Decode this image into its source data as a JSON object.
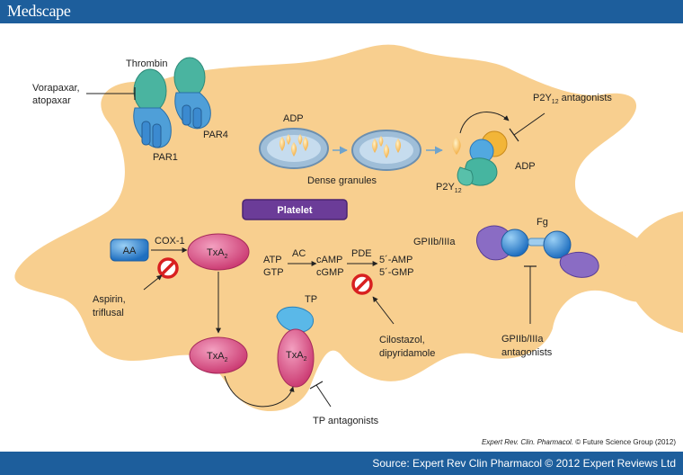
{
  "brand": {
    "logo": "Medscape"
  },
  "footer": {
    "source": "Source: Expert Rev Clin Pharmacol © 2012 Expert Reviews Ltd"
  },
  "credit": {
    "journal": "Expert Rev. Clin. Pharmacol.",
    "rest": " © Future Science Group (2012)"
  },
  "labels": {
    "thrombin": "Thrombin",
    "vorapaxar_1": "Vorapaxar,",
    "vorapaxar_2": "atopaxar",
    "par1": "PAR1",
    "par4": "PAR4",
    "adp_top": "ADP",
    "dense_granules": "Dense granules",
    "p2y12_antagonists_pre": "P2Y",
    "p2y12_antagonists_sub": "12",
    "p2y12_antagonists_post": " antagonists",
    "adp_right": "ADP",
    "p2y12_pre": "P2Y",
    "p2y12_sub": "12",
    "platelet": "Platelet",
    "aa": "AA",
    "cox1": "COX-1",
    "txa2_main": "TxA",
    "txa2_sub": "2",
    "aspirin_1": "Aspirin,",
    "aspirin_2": "triflusal",
    "atp": "ATP",
    "gtp": "GTP",
    "ac": "AC",
    "camp": "cAMP",
    "cgmp": "cGMP",
    "pde": "PDE",
    "amp": "5´-AMP",
    "gmp": "5´-GMP",
    "cilostazol_1": "Cilostazol,",
    "cilostazol_2": "dipyridamole",
    "tp": "TP",
    "tp_antagonists": "TP antagonists",
    "gp_left": "GPIIb/IIIa",
    "fg": "Fg",
    "gp_ant_1": "GPIIb/IIIa",
    "gp_ant_2": "antagonists"
  },
  "colors": {
    "header": "#1d5e9c",
    "platelet": "#f8cf8f",
    "pill": "#6b3c98",
    "txa2": "#d9578a",
    "aa_box": "#2f7fd0",
    "inhibitor": "#d82020",
    "granule_ring": "#6b8fb0",
    "gp_purple": "#8a6cc4",
    "gp_blue": "#3a8fd8",
    "par_teal": "#4ab4a0",
    "par_blue": "#4f9fd8"
  },
  "icons": [
    "inhibitor-icon",
    "receptor-icon",
    "granule-icon"
  ]
}
